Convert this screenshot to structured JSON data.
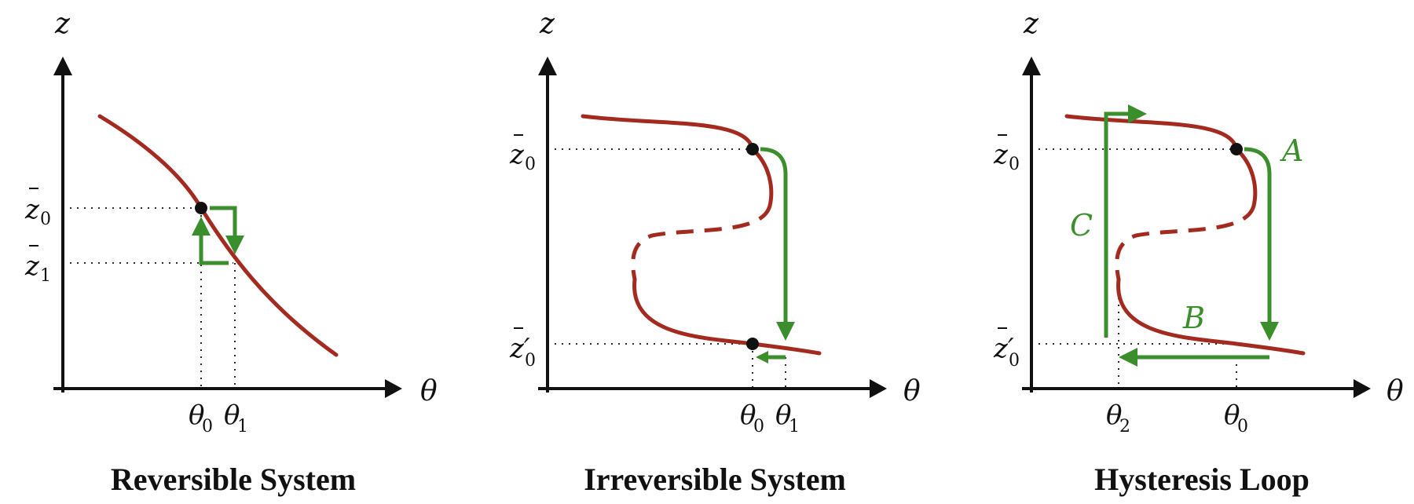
{
  "panels": [
    {
      "axis_y": "z",
      "axis_x": "θ",
      "y_labels": [
        {
          "main": "z",
          "sub": "0"
        },
        {
          "main": "z",
          "sub": "1"
        }
      ],
      "x_labels": [
        {
          "main": "θ",
          "sub": "0"
        },
        {
          "main": "θ",
          "sub": "1"
        }
      ],
      "caption": "Reversible System"
    },
    {
      "axis_y": "z",
      "axis_x": "θ",
      "y_labels": [
        {
          "main": "z",
          "sub": "0"
        },
        {
          "main": "z′",
          "sub": "0"
        }
      ],
      "x_labels": [
        {
          "main": "θ",
          "sub": "0"
        },
        {
          "main": "θ",
          "sub": "1"
        }
      ],
      "caption": "Irreversible System"
    },
    {
      "axis_y": "z",
      "axis_x": "θ",
      "y_labels": [
        {
          "main": "z",
          "sub": "0"
        },
        {
          "main": "z′",
          "sub": "0"
        }
      ],
      "x_labels": [
        {
          "main": "θ",
          "sub": "2"
        },
        {
          "main": "θ",
          "sub": "0"
        }
      ],
      "path_labels": [
        "A",
        "B",
        "C"
      ],
      "caption": "Hysteresis Loop"
    }
  ],
  "colors": {
    "curve": "#a32a1f",
    "arrow": "#3a8e2b",
    "axis": "#111111"
  }
}
